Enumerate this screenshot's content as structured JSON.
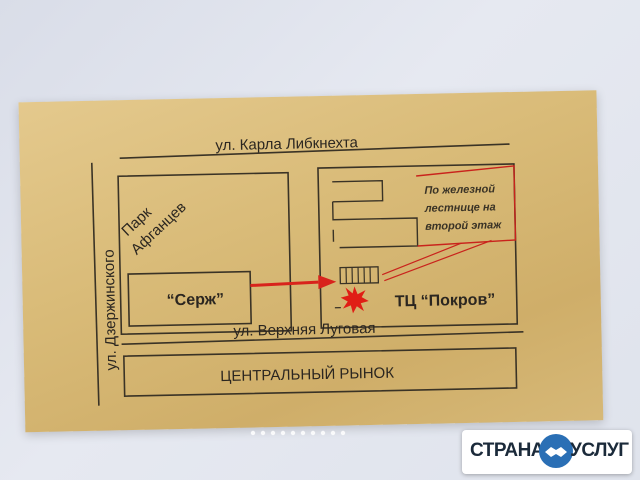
{
  "map": {
    "street_top": "ул. Карла Либкнехта",
    "street_left": "ул. Дзержинского",
    "street_bottom": "ул. Верхняя Луговая",
    "park": "Парк Афганцев",
    "shop": "“Серж”",
    "mall": "ТЦ “Покров”",
    "note_lines": [
      "По железной",
      "лестнице на",
      "второй этаж"
    ],
    "market": "ЦЕНТРАЛЬНЫЙ РЫНОК"
  },
  "watermark": {
    "left": "СТРАНА",
    "right": "УСЛУГ"
  },
  "colors": {
    "card": "#d9bb78",
    "line": "#3a3326",
    "accent": "#d8231c"
  }
}
